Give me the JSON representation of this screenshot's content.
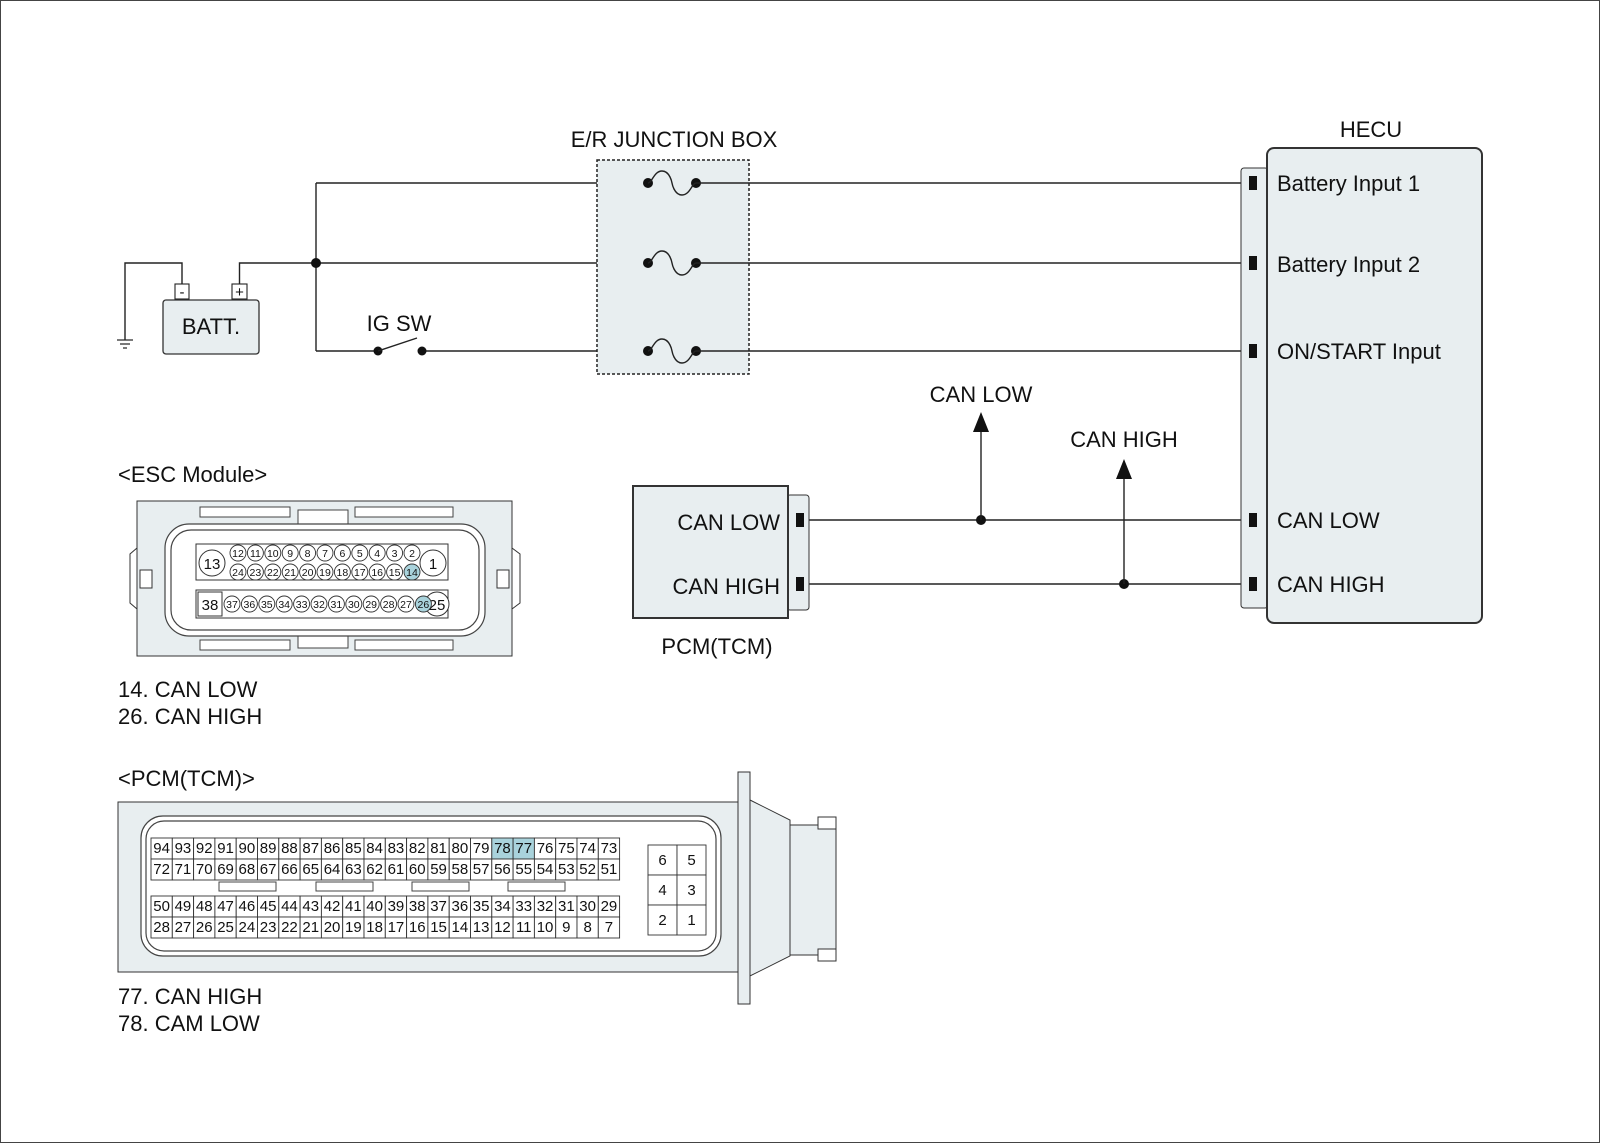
{
  "colors": {
    "panel_fill": "#e8eef0",
    "highlight_pin": "#a9d3dc",
    "line": "#222222"
  },
  "junction_box": {
    "title": "E/R JUNCTION BOX"
  },
  "battery": {
    "label": "BATT.",
    "minus": "-",
    "plus": "+"
  },
  "ig_switch": {
    "label": "IG SW"
  },
  "hecu": {
    "title": "HECU",
    "inputs": [
      "Battery Input 1",
      "Battery Input 2",
      "ON/START Input",
      "CAN LOW",
      "CAN HIGH"
    ]
  },
  "pcm": {
    "title": "PCM(TCM)",
    "pins": [
      "CAN LOW",
      "CAN HIGH"
    ]
  },
  "can_arrows": {
    "low": "CAN LOW",
    "high": "CAN HIGH"
  },
  "esc": {
    "title": "<ESC Module>",
    "big_left": "13",
    "big_right": "1",
    "row1": [
      "12",
      "11",
      "10",
      "9",
      "8",
      "7",
      "6",
      "5",
      "4",
      "3",
      "2"
    ],
    "row2": [
      "24",
      "23",
      "22",
      "21",
      "20",
      "19",
      "18",
      "17",
      "16",
      "15",
      "14"
    ],
    "row3_left": "38",
    "row3_right": "25",
    "row3": [
      "37",
      "36",
      "35",
      "34",
      "33",
      "32",
      "31",
      "30",
      "29",
      "28",
      "27",
      "26"
    ],
    "highlighted": [
      "14",
      "26"
    ],
    "notes": [
      "14. CAN LOW",
      "26. CAN HIGH"
    ]
  },
  "pcm_connector": {
    "title": "<PCM(TCM)>",
    "row1": [
      "94",
      "93",
      "92",
      "91",
      "90",
      "89",
      "88",
      "87",
      "86",
      "85",
      "84",
      "83",
      "82",
      "81",
      "80",
      "79",
      "78",
      "77",
      "76",
      "75",
      "74",
      "73"
    ],
    "row2": [
      "72",
      "71",
      "70",
      "69",
      "68",
      "67",
      "66",
      "65",
      "64",
      "63",
      "62",
      "61",
      "60",
      "59",
      "58",
      "57",
      "56",
      "55",
      "54",
      "53",
      "52",
      "51"
    ],
    "row3": [
      "50",
      "49",
      "48",
      "47",
      "46",
      "45",
      "44",
      "43",
      "42",
      "41",
      "40",
      "39",
      "38",
      "37",
      "36",
      "35",
      "34",
      "33",
      "32",
      "31",
      "30",
      "29"
    ],
    "row4": [
      "28",
      "27",
      "26",
      "25",
      "24",
      "23",
      "22",
      "21",
      "20",
      "19",
      "18",
      "17",
      "16",
      "15",
      "14",
      "13",
      "12",
      "11",
      "10",
      "9",
      "8",
      "7"
    ],
    "side": [
      [
        "6",
        "5"
      ],
      [
        "4",
        "3"
      ],
      [
        "2",
        "1"
      ]
    ],
    "highlighted": [
      "78",
      "77"
    ],
    "notes": [
      "77. CAN HIGH",
      "78. CAM LOW"
    ]
  }
}
